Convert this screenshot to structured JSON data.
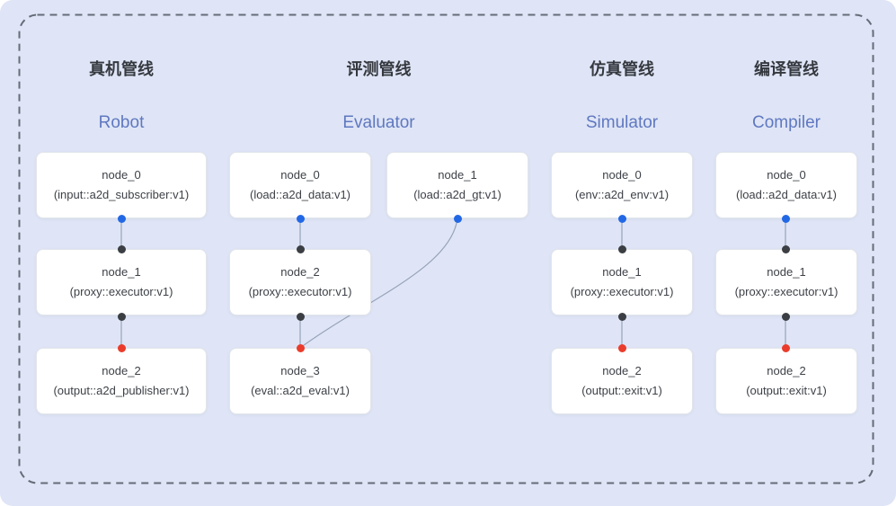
{
  "diagram": {
    "description": "Four node-graph pipelines inside a dashed container"
  },
  "colors": {
    "background": "#dfe5f6",
    "dashed_border": "#656c78",
    "box_background": "#ffffff",
    "box_border": "#e2e5ea",
    "node_text": "#3d4147",
    "title_cn": "#35393f",
    "title_en": "#5f78c0",
    "connector_line": "#96a3ba",
    "dot_blue": "#2268e5",
    "dot_dark": "#3b3e42",
    "dot_red": "#ea3c2c"
  },
  "pipelines": [
    {
      "title_cn": "真机管线",
      "title_en": "Robot",
      "nodes": [
        {
          "name": "node_0",
          "detail": "(input::a2d_subscriber:v1)"
        },
        {
          "name": "node_1",
          "detail": "(proxy::executor:v1)"
        },
        {
          "name": "node_2",
          "detail": "(output::a2d_publisher:v1)"
        }
      ]
    },
    {
      "title_cn": "评测管线",
      "title_en": "Evaluator",
      "nodes": [
        {
          "name": "node_0",
          "detail": "(load::a2d_data:v1)"
        },
        {
          "name": "node_1",
          "detail": "(load::a2d_gt:v1)"
        },
        {
          "name": "node_2",
          "detail": "(proxy::executor:v1)"
        },
        {
          "name": "node_3",
          "detail": "(eval::a2d_eval:v1)"
        }
      ]
    },
    {
      "title_cn": "仿真管线",
      "title_en": "Simulator",
      "nodes": [
        {
          "name": "node_0",
          "detail": "(env::a2d_env:v1)"
        },
        {
          "name": "node_1",
          "detail": "(proxy::executor:v1)"
        },
        {
          "name": "node_2",
          "detail": "(output::exit:v1)"
        }
      ]
    },
    {
      "title_cn": "编译管线",
      "title_en": "Compiler",
      "nodes": [
        {
          "name": "node_0",
          "detail": "(load::a2d_data:v1)"
        },
        {
          "name": "node_1",
          "detail": "(proxy::executor:v1)"
        },
        {
          "name": "node_2",
          "detail": "(output::exit:v1)"
        }
      ]
    }
  ]
}
